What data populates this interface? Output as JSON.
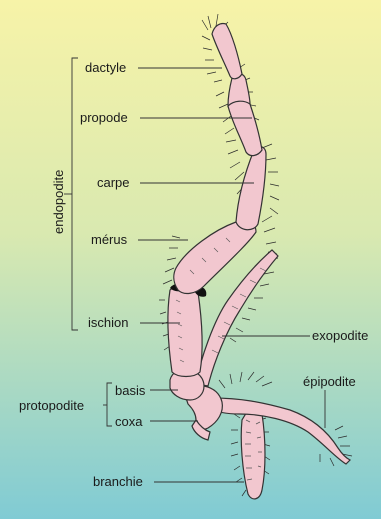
{
  "diagram": {
    "colors": {
      "background_top": "#f6f2a6",
      "background_bottom": "#86cfd6",
      "limb_fill": "#f2c7cf",
      "outline": "#333333",
      "leader_line": "#333333"
    },
    "labels": {
      "dactyle": "dactyle",
      "propode": "propode",
      "carpe": "carpe",
      "merus": "mérus",
      "ischion": "ischion",
      "endopodite": "endopodite",
      "exopodite": "exopodite",
      "epipodite": "épipodite",
      "basis": "basis",
      "coxa": "coxa",
      "protopodite": "protopodite",
      "branchie": "branchie"
    }
  }
}
